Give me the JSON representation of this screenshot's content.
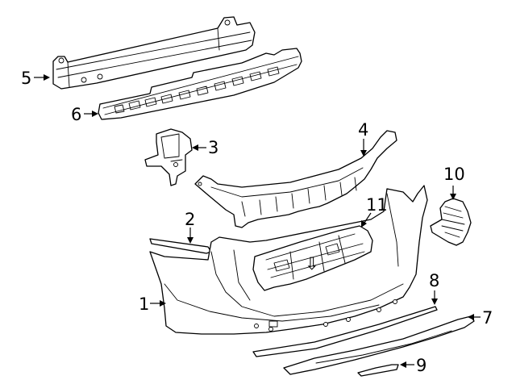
{
  "callouts": [
    {
      "id": "1",
      "label": "1"
    },
    {
      "id": "2",
      "label": "2"
    },
    {
      "id": "3",
      "label": "3"
    },
    {
      "id": "4",
      "label": "4"
    },
    {
      "id": "5",
      "label": "5"
    },
    {
      "id": "6",
      "label": "6"
    },
    {
      "id": "7",
      "label": "7"
    },
    {
      "id": "8",
      "label": "8"
    },
    {
      "id": "9",
      "label": "9"
    },
    {
      "id": "10",
      "label": "10"
    },
    {
      "id": "11",
      "label": "11"
    }
  ],
  "arrow_symbol": "⇩",
  "colors": {
    "line": "#000000",
    "background": "#ffffff"
  }
}
